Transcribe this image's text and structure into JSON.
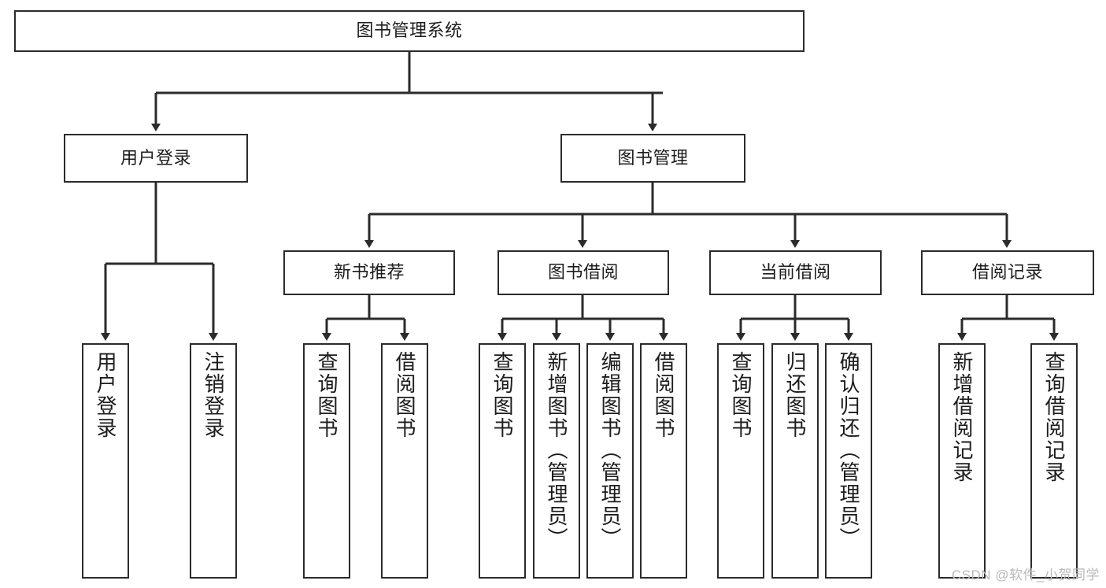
{
  "diagram": {
    "title": "图书管理系统",
    "watermark": "CSDN @软件_小贺同学",
    "line_color": "#2b2b2b",
    "box_border_color": "#2b2b2b",
    "box_fill": "#ffffff",
    "text_color": "#1c1c1c",
    "watermark_color": "#b9b9b9",
    "nodes": {
      "root": "图书管理系统",
      "level1": [
        "用户登录",
        "图书管理"
      ],
      "level2": [
        "新书推荐",
        "图书借阅",
        "当前借阅",
        "借阅记录"
      ],
      "leaves_user_login": [
        "用户登录",
        "注销登录"
      ],
      "leaves_new_book": [
        "查询图书",
        "借阅图书"
      ],
      "leaves_book_borrow": [
        "查询图书",
        "新增图书（管理员）",
        "编辑图书（管理员）",
        "借阅图书"
      ],
      "leaves_current_borrow": [
        "查询图书",
        "归还图书",
        "确认归还（管理员）"
      ],
      "leaves_borrow_record": [
        "新增借阅记录",
        "查询借阅记录"
      ]
    }
  }
}
